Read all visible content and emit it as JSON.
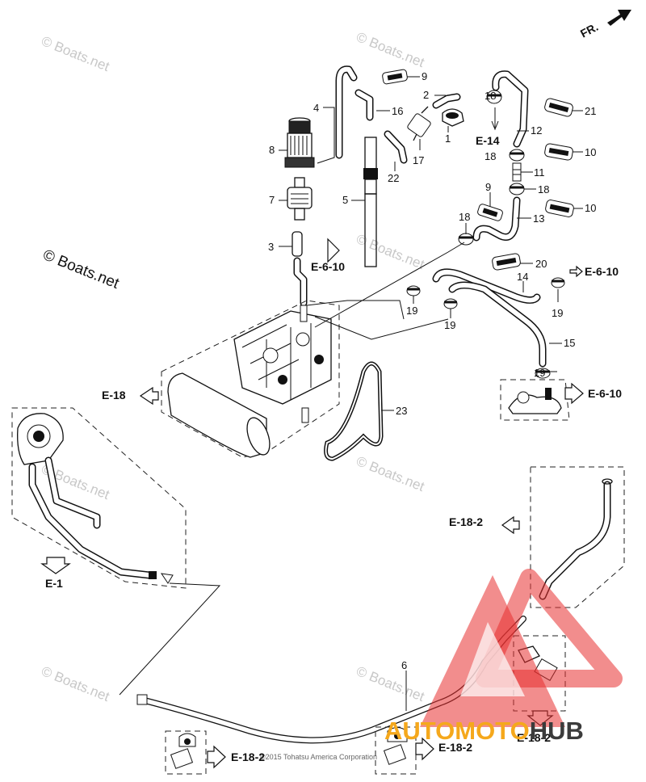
{
  "orientation": {
    "label": "FR."
  },
  "watermark": {
    "site": "© Boats.net",
    "copyright": "©2015 Tohatsu America Corporation"
  },
  "brand": {
    "part1": "AUTO",
    "part2": "MOTO",
    "part3": "HUB",
    "color_red": "#e8302f",
    "color_orange": "#f5a81c",
    "color_dark": "#3b3b3b"
  },
  "callouts": {
    "c1": "1",
    "c2": "2",
    "c3": "3",
    "c4": "4",
    "c5": "5",
    "c6": "6",
    "c7": "7",
    "c8": "8",
    "c9a": "9",
    "c9b": "9",
    "c10a": "10",
    "c10b": "10",
    "c11": "11",
    "c12": "12",
    "c13": "13",
    "c14": "14",
    "c15": "15",
    "c16": "16",
    "c17": "17",
    "c18a": "18",
    "c18b": "18",
    "c18c": "18",
    "c18d": "18",
    "c19a": "19",
    "c19b": "19",
    "c19c": "19",
    "c19d": "19",
    "c20": "20",
    "c21": "21",
    "c22": "22",
    "c23": "23"
  },
  "references": {
    "r_e610_a": "E-6-10",
    "r_e610_b": "E-6-10",
    "r_e610_c": "E-6-10",
    "r_e14": "E-14",
    "r_e18": "E-18",
    "r_e1": "E-1",
    "r_e182_a": "E-18-2",
    "r_e182_b": "E-18-2",
    "r_e182_c": "E-18-2",
    "r_e182_d": "E-18-2"
  }
}
